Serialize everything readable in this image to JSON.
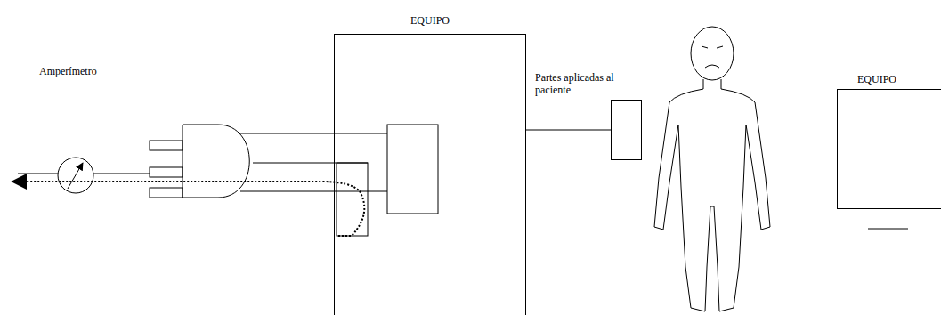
{
  "diagram": {
    "nodes": [
      {
        "text": [
          "EQUIPO"
        ]
      },
      {
        "text": [
          "Partes aplicadas al paciente"
        ]
      },
      {
        "text": [
          "EQUIPO"
        ]
      }
    ],
    "edges": [
      {
        "from": 0,
        "to": 1,
        "arrow": "none"
      }
    ],
    "labels": [
      "Amperímetro"
    ]
  }
}
